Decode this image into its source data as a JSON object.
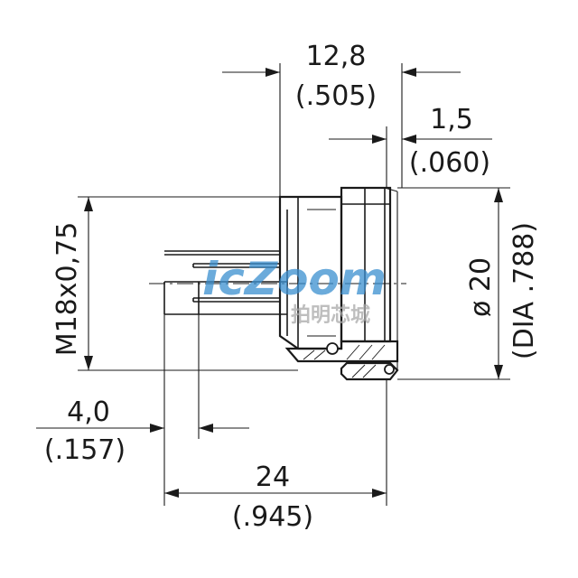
{
  "dimensions": {
    "length_12_8": {
      "metric": "12,8",
      "imperial": "(.505)"
    },
    "length_1_5": {
      "metric": "1,5",
      "imperial": "(.060)"
    },
    "diameter_20": {
      "metric": "ø 20",
      "imperial": "(DIA .788)"
    },
    "thread": {
      "metric": "M18x0,75"
    },
    "length_4_0": {
      "metric": "4,0",
      "imperial": "(.157)"
    },
    "length_24": {
      "metric": "24",
      "imperial": "(.945)"
    }
  },
  "watermark": {
    "brand": "icZoom",
    "subtitle": "拍明芯城"
  },
  "colors": {
    "line": "#1a1a1a",
    "watermark": "#3a8fd0",
    "watermark_sub": "#a9a9a9"
  }
}
